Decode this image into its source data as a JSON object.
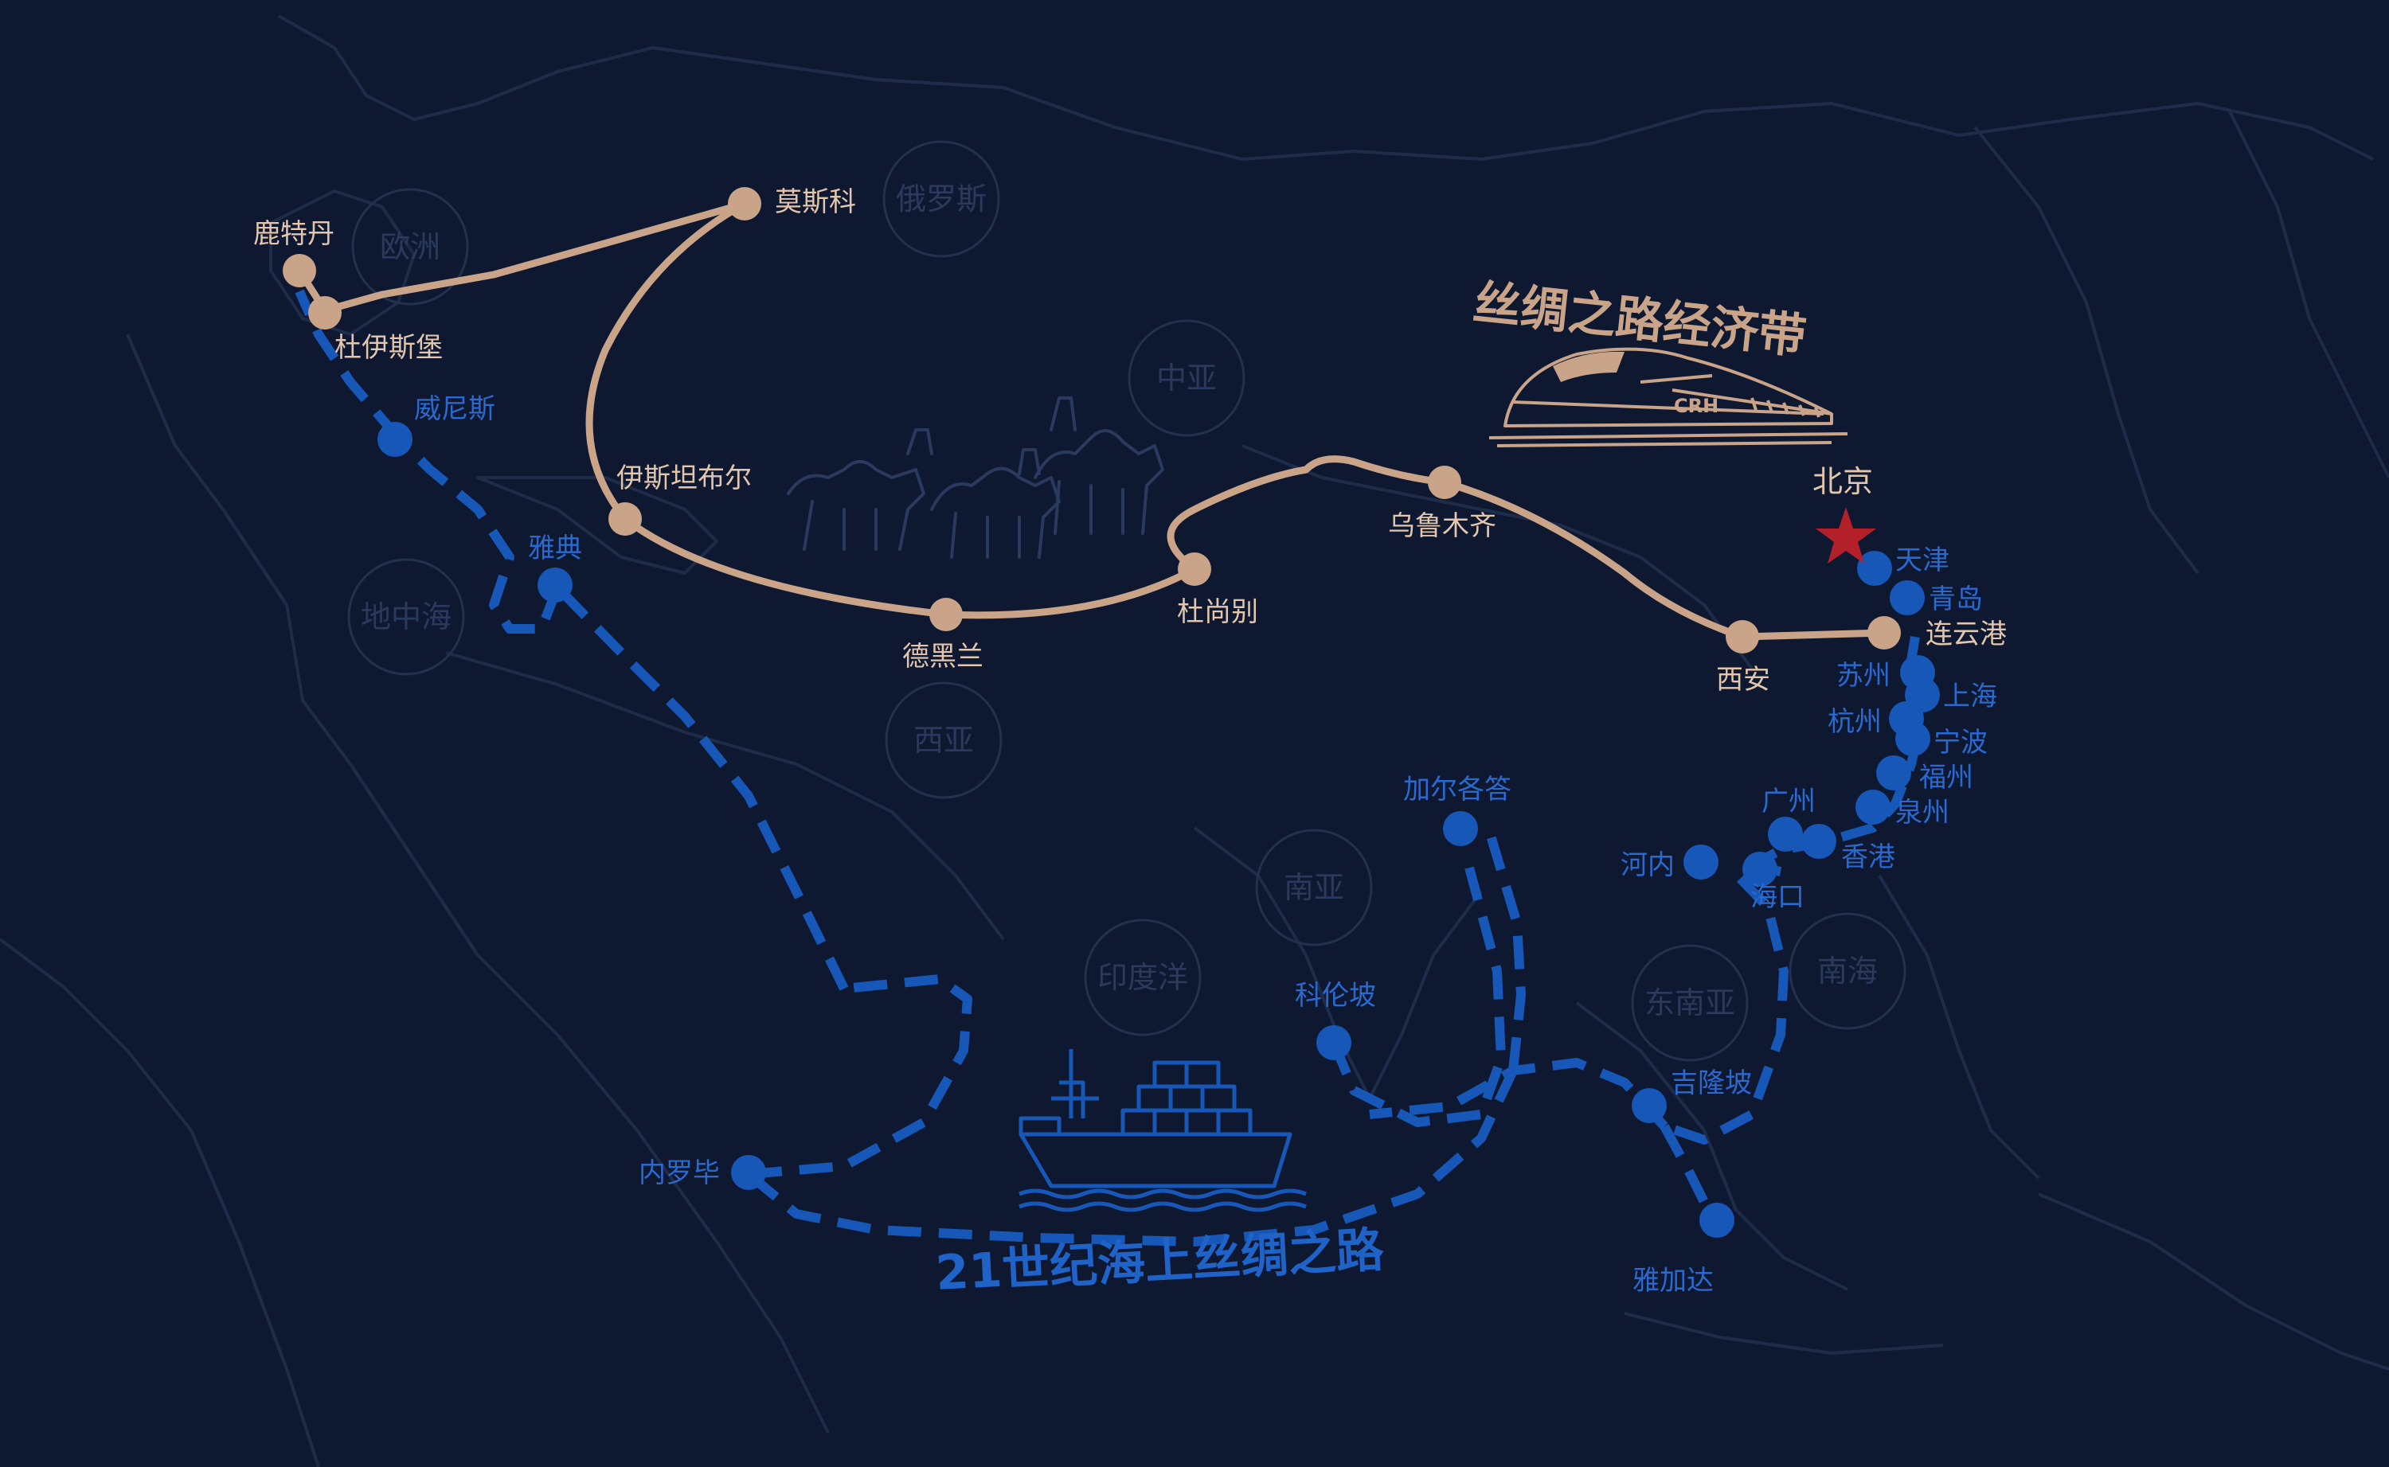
{
  "titles": {
    "land_belt": "丝绸之路经济带",
    "maritime_road": "21世纪海上丝绸之路"
  },
  "regions": {
    "europe": "欧洲",
    "russia": "俄罗斯",
    "central_asia": "中亚",
    "mediterranean": "地中海",
    "west_asia": "西亚",
    "south_asia": "南亚",
    "indian_ocean": "印度洋",
    "southeast_asia": "东南亚",
    "south_china_sea": "南海"
  },
  "land_cities": {
    "rotterdam": "鹿特丹",
    "duisburg": "杜伊斯堡",
    "moscow": "莫斯科",
    "istanbul": "伊斯坦布尔",
    "tehran": "德黑兰",
    "dushanbe": "杜尚别",
    "urumqi": "乌鲁木齐",
    "xian": "西安",
    "lianyungang": "连云港"
  },
  "capital": {
    "beijing": "北京"
  },
  "sea_cities": {
    "venice": "威尼斯",
    "athens": "雅典",
    "nairobi": "内罗毕",
    "kolkata": "加尔各答",
    "colombo": "科伦坡",
    "kuala_lumpur": "吉隆坡",
    "jakarta": "雅加达",
    "hanoi": "河内",
    "haikou": "海口",
    "guangzhou": "广州",
    "hongkong": "香港",
    "quanzhou": "泉州",
    "fuzhou": "福州",
    "ningbo": "宁波",
    "hangzhou": "杭州",
    "shanghai": "上海",
    "suzhou": "苏州",
    "qingdao": "青岛",
    "tianjin": "天津"
  },
  "train_badge": "CRH",
  "icons": {
    "train": "high-speed-train-icon",
    "ship": "container-ship-icon",
    "camels": "camel-caravan-icon",
    "capital": "star-icon"
  },
  "colors": {
    "background": "#0e1830",
    "land_route": "#caa488",
    "sea_route": "#1757b8",
    "capital_star": "#b3202a"
  }
}
